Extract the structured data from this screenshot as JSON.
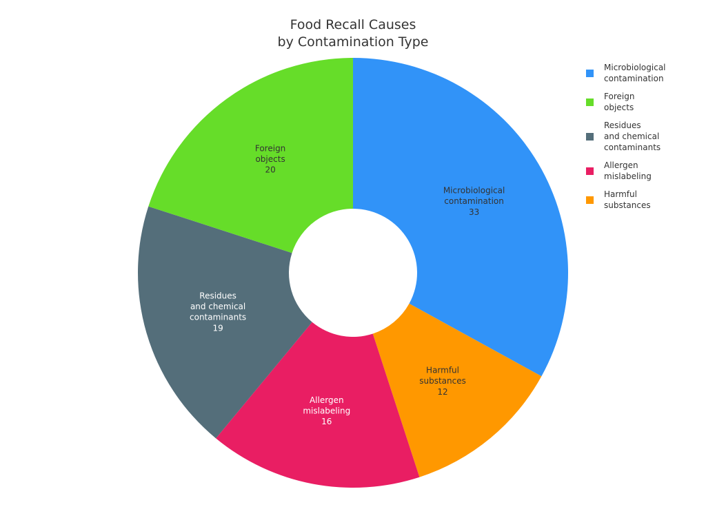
{
  "chart_data": {
    "type": "pie",
    "donut": true,
    "title": "Food Recall Causes\nby Contamination Type",
    "slices": [
      {
        "label": "Microbiological\ncontamination",
        "value": 33,
        "color": "#3193F8",
        "text_color": "#333333"
      },
      {
        "label": "Harmful\nsubstances",
        "value": 12,
        "color": "#FF9800",
        "text_color": "#333333"
      },
      {
        "label": "Allergen\nmislabeling",
        "value": 16,
        "color": "#E91E63",
        "text_color": "#ffffff"
      },
      {
        "label": "Residues\nand chemical\ncontaminants",
        "value": 19,
        "color": "#546E7A",
        "text_color": "#ffffff"
      },
      {
        "label": "Foreign\nobjects",
        "value": 20,
        "color": "#66DD29",
        "text_color": "#333333"
      }
    ],
    "legend": [
      {
        "label": "Microbiological\ncontamination",
        "color": "#3193F8"
      },
      {
        "label": "Foreign\nobjects",
        "color": "#66DD29"
      },
      {
        "label": "Residues\nand chemical\ncontaminants",
        "color": "#546E7A"
      },
      {
        "label": "Allergen\nmislabeling",
        "color": "#E91E63"
      },
      {
        "label": "Harmful\nsubstances",
        "color": "#FF9800"
      }
    ],
    "legend_position": "top-right"
  }
}
